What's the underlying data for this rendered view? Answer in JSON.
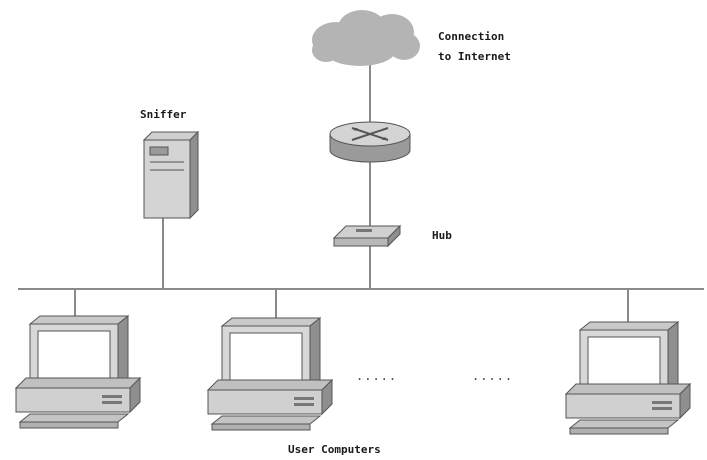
{
  "labels": {
    "internet_line1": "Connection",
    "internet_line2": "to Internet",
    "sniffer": "Sniffer",
    "hub": "Hub",
    "user_computers": "User Computers"
  },
  "ellipsis": [
    ".....",
    "....."
  ],
  "colors": {
    "cloud": "#b4b4b4",
    "device_face": "#d8d8d8",
    "device_side": "#9a9a9a",
    "screen": "#ffffff",
    "line": "#8a8a8a"
  },
  "icons": [
    "cloud-icon",
    "router-icon",
    "hub-icon",
    "server-icon",
    "computer-icon"
  ]
}
